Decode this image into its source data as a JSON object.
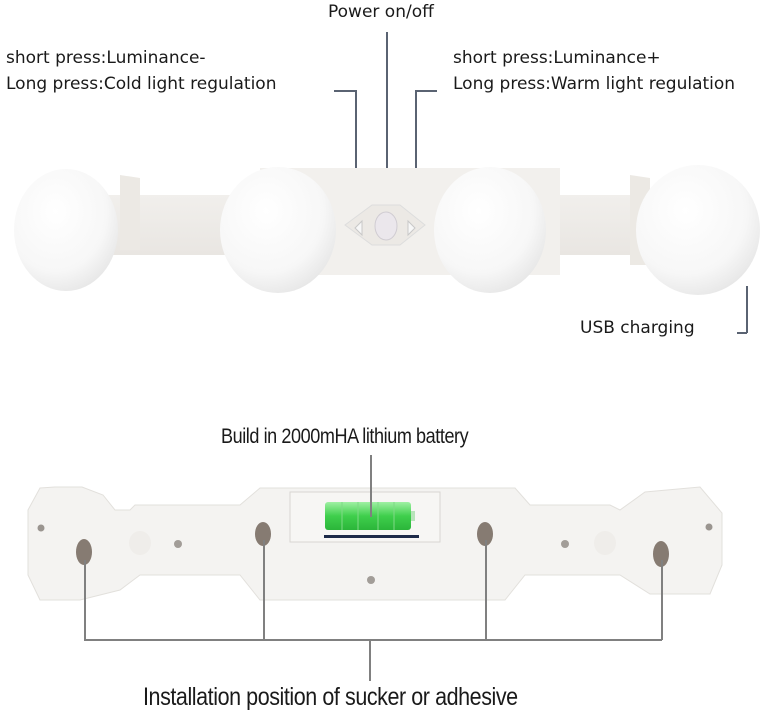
{
  "front_view": {
    "power_label": "Power on/off",
    "left_button_label": {
      "line1": "short press:Luminance-",
      "line2": "Long press:Cold light regulation"
    },
    "right_button_label": {
      "line1": "short press:Luminance+",
      "line2": "Long press:Warm light regulation"
    },
    "usb_label": "USB charging",
    "bulb_count": 4
  },
  "back_view": {
    "battery_label": "Build in 2000mHA lithium battery",
    "mount_label": "Installation position of sucker or adhesive",
    "mount_points": 4
  },
  "colors": {
    "leader_line_top": "#5a6372",
    "leader_line_bottom": "#808080",
    "battery_green": "#4ed65a",
    "bar_white": "#f4f2ef",
    "bulb_white": "#fbfbfb"
  }
}
